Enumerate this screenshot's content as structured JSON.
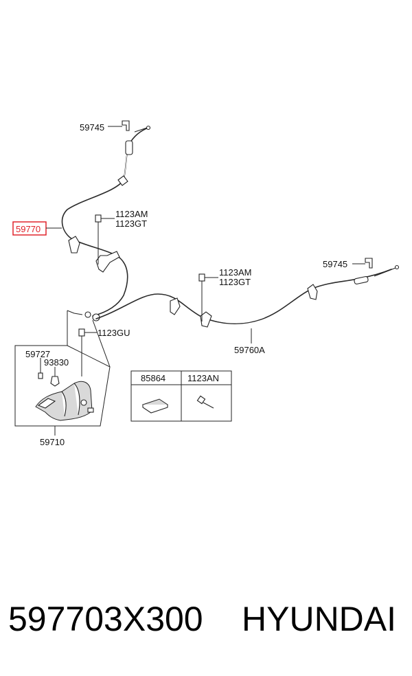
{
  "diagram": {
    "labels": {
      "clip_front": "59745",
      "cable_highlight": "59770",
      "bolt_a1": "1123AM",
      "bolt_a2": "1123GT",
      "bolt_b1": "1123AM",
      "bolt_b2": "1123GT",
      "clip_rear": "59745",
      "bolt_gu": "1123GU",
      "cable_rear": "59760A",
      "bracket": "59727",
      "spring": "93830",
      "lever_assembly": "59710"
    },
    "kit_table": {
      "col1": "85864",
      "col2": "1123AN"
    },
    "highlight_color": "#e0232b"
  },
  "footer": {
    "part_number": "597703X300",
    "brand": "HYUNDAI"
  }
}
